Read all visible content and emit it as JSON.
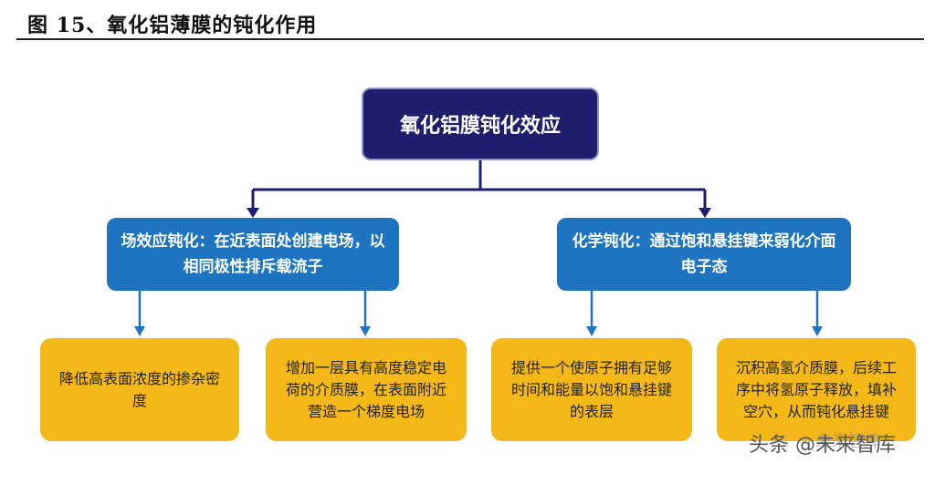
{
  "figure": {
    "title": "图 15、氧化铝薄膜的钝化作用"
  },
  "root": {
    "label": "氧化铝膜钝化效应"
  },
  "branches": [
    {
      "label": "场效应钝化：在近表面处创建电场，以相同极性排斥载流子"
    },
    {
      "label": "化学钝化：通过饱和悬挂键来弱化介面电子态"
    }
  ],
  "leaves": [
    {
      "label": "降低高表面浓度的掺杂密度"
    },
    {
      "label": "增加一层具有高度稳定电荷的介质膜，在表面附近营造一个梯度电场"
    },
    {
      "label": "提供一个使原子拥有足够时间和能量以饱和悬挂键的表层"
    },
    {
      "label": "沉积高氢介质膜，后续工序中将氢原子释放，填补空穴，从而钝化悬挂键"
    }
  ],
  "watermark": {
    "text": "头条 @未来智库",
    "faded": "未来智库"
  },
  "colors": {
    "root": "#1f1d6e",
    "branch": "#1e74c0",
    "leaf": "#f4b919",
    "line_dark": "#1f1d6e",
    "arrow_blue": "#1e74c0"
  }
}
